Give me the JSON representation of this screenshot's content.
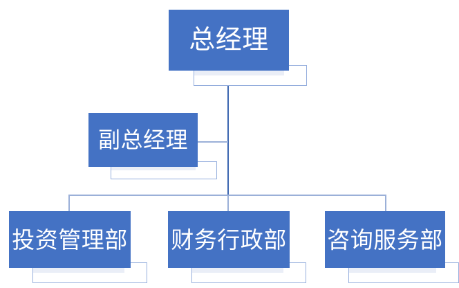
{
  "chart": {
    "type": "org-chart",
    "title": "",
    "theme": {
      "node_fill": "#4472C4",
      "node_text": "#FFFFFF",
      "shadow_fill": "#EAEEF7",
      "shadow_border": "#95AEDD",
      "connector": "#3B65B0",
      "connector_light": "#9BB0D8",
      "background": "#FFFFFF"
    },
    "levels": [
      {
        "level": 1,
        "nodes": [
          {
            "id": "gm",
            "label": "总经理"
          }
        ]
      },
      {
        "level": 2,
        "nodes": [
          {
            "id": "dgm",
            "label": "副总经理"
          }
        ]
      },
      {
        "level": 3,
        "nodes": [
          {
            "id": "dept-invest",
            "label": "投资管理部"
          },
          {
            "id": "dept-finance",
            "label": "财务行政部"
          },
          {
            "id": "dept-consult",
            "label": "咨询服务部"
          }
        ]
      }
    ],
    "edges": [
      {
        "from": "gm",
        "to": "dgm"
      },
      {
        "from": "gm",
        "to": "dept-invest"
      },
      {
        "from": "gm",
        "to": "dept-finance"
      },
      {
        "from": "gm",
        "to": "dept-consult"
      }
    ]
  }
}
